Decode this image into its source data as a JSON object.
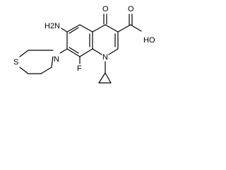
{
  "diagram": {
    "type": "chemical-structure",
    "atoms": {
      "nh2": "H2N",
      "oxo": "O",
      "acid_o": "O",
      "oh": "HO",
      "n_morph": "N",
      "s_morph": "S",
      "f": "F",
      "n1": "N"
    },
    "colors": {
      "bond": "#000000",
      "text": "#000000",
      "background": "#ffffff"
    }
  }
}
